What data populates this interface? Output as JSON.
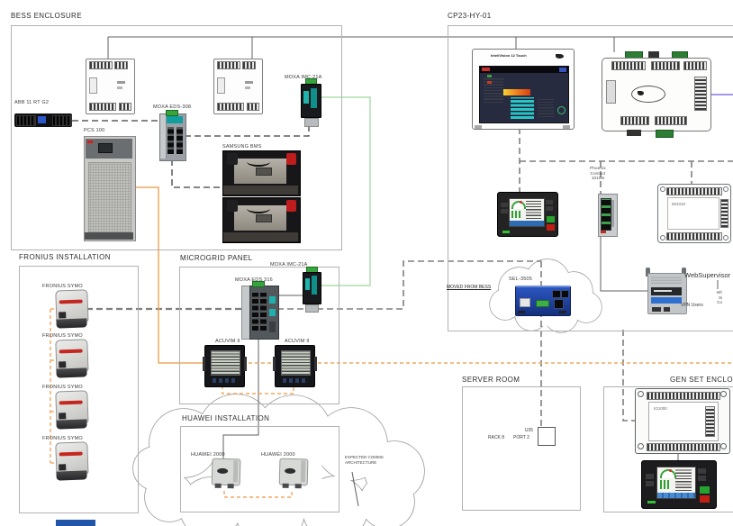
{
  "colors": {
    "accent_orange": "#F1A95E",
    "comms_gray": "#7E7E7E",
    "fiber_green": "#9CD69C",
    "serial_purple": "#8678E0",
    "moxa_teal": "#1FB0AE",
    "sel_blue": "#1E3F9E",
    "status_green": "#3FAE49",
    "alert_red": "#C42222"
  },
  "sections": {
    "bess": {
      "title": "BESS ENCLOSURE"
    },
    "cp23": {
      "title": "CP23-HY-01"
    },
    "fronius": {
      "title": "FRONIUS INSTALLATION"
    },
    "microgrid": {
      "title": "MICROGRID PANEL"
    },
    "huawei": {
      "title": "HUAWEI INSTALLATION"
    },
    "server_room": {
      "title": "SERVER ROOM"
    },
    "genset": {
      "title": "GEN SET ENCLOSURE"
    }
  },
  "devices": {
    "abb_ups": {
      "label": "ABB 11 RT G2"
    },
    "moxa_eds308": {
      "label": "MOXA EDS-308"
    },
    "moxa_imc21a_bess": {
      "label": "MOXA IMC-21A"
    },
    "pcs100": {
      "label": "PCS 100"
    },
    "samsung_bms": {
      "label": "SAMSUNG BMS"
    },
    "intelivision": {
      "label": "InteliVision 12 Touch"
    },
    "phoenix_switch": {
      "label": "Phoenix\nContact\n1016N"
    },
    "im1010": {
      "label": "IM1010"
    },
    "sel3505": {
      "label": "SEL-3505"
    },
    "moxa_eds316": {
      "label": "MOXA EDS 316"
    },
    "moxa_imc21a_microgrid": {
      "label": "MOXA IMC-21A"
    },
    "acuvim_left": {
      "label": "ACUVIM II"
    },
    "acuvim_right": {
      "label": "ACUVIM II"
    },
    "fronius_inverters": [
      {
        "label": "FRONIUS SYMO"
      },
      {
        "label": "FRONIUS SYMO"
      },
      {
        "label": "FRONIUS SYMO"
      },
      {
        "label": "FRONIUS SYMO"
      }
    ],
    "huawei_inverters": [
      {
        "label": "HUAWEI 2000"
      },
      {
        "label": "HUAWEI 2000"
      }
    ],
    "ig1000": {
      "label": "IG1000"
    }
  },
  "annotations": {
    "moved_from_bess": "MOVED FROM BESS",
    "expected_comms": "EXPECTED COMMS\nARCHITECTURE",
    "websupervisor": "WebSupervisor",
    "vpn_users": "VPN Users",
    "infra_fragments": [
      "Infr",
      "Si",
      "Co"
    ],
    "server_rack": {
      "u": "U35",
      "rack": "RACK 8",
      "port": "PORT 2"
    }
  }
}
